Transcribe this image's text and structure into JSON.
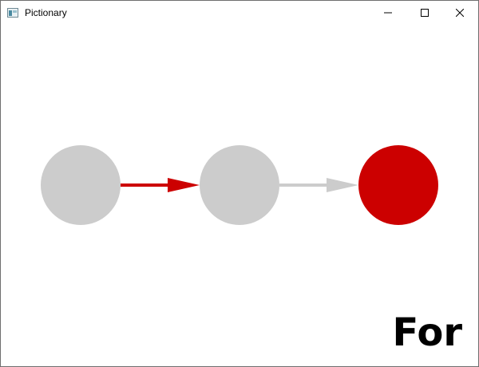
{
  "window": {
    "title": "Pictionary",
    "icon": "app-window-icon",
    "controls": [
      "minimize-icon",
      "maximize-icon",
      "close-icon"
    ]
  },
  "diagram": {
    "nodes": [
      {
        "id": "n1",
        "state": "inactive"
      },
      {
        "id": "n2",
        "state": "inactive"
      },
      {
        "id": "n3",
        "state": "active"
      }
    ],
    "edges": [
      {
        "from": "n1",
        "to": "n2",
        "state": "active"
      },
      {
        "from": "n2",
        "to": "n3",
        "state": "inactive"
      }
    ]
  },
  "word": "For",
  "colors": {
    "active": "#cc0000",
    "inactive": "#cccccc",
    "text": "#000000"
  }
}
